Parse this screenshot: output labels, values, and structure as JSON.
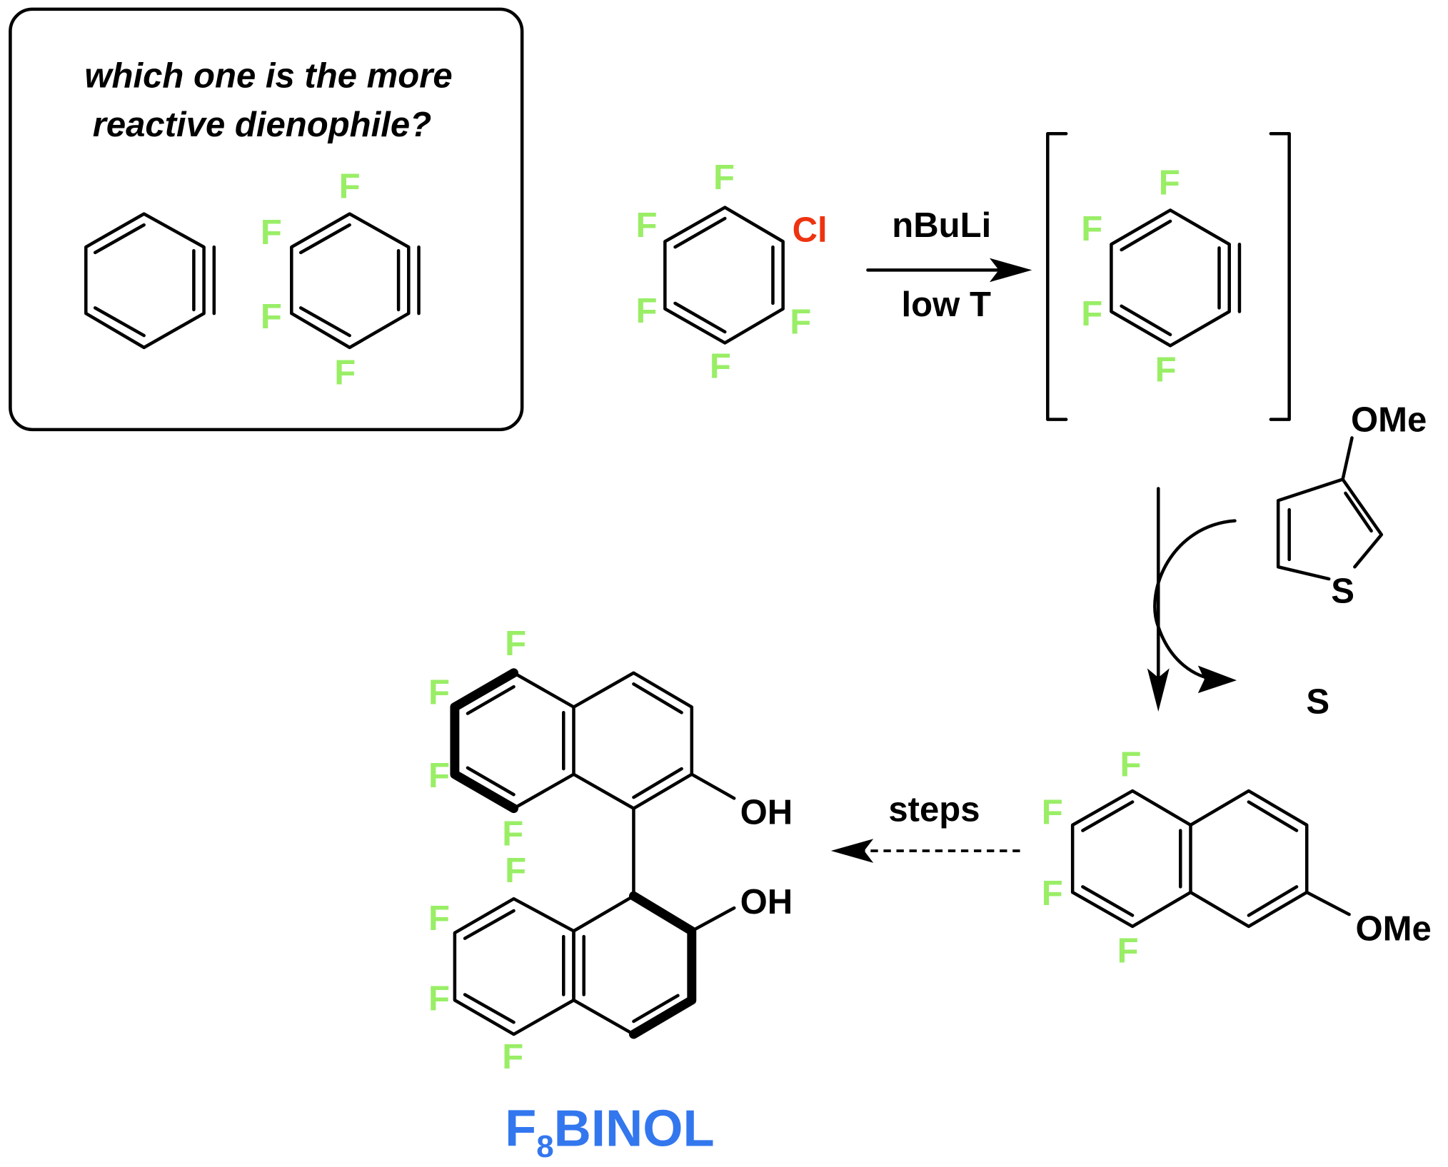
{
  "question": {
    "line1": "which one is the more",
    "line2": "reactive dienophile?"
  },
  "atoms": {
    "F": "F",
    "Cl": "Cl",
    "S": "S",
    "OMe": "OMe",
    "OH": "OH"
  },
  "reaction": {
    "reagent": "nBuLi",
    "condition": "low T",
    "steps_label": "steps"
  },
  "product": {
    "name_prefix": "F",
    "name_subscript": "8",
    "name_suffix": "BINOL"
  },
  "colors": {
    "fluorine": "#99ee66",
    "chlorine": "#ee3311",
    "product_label": "#3377ee"
  }
}
